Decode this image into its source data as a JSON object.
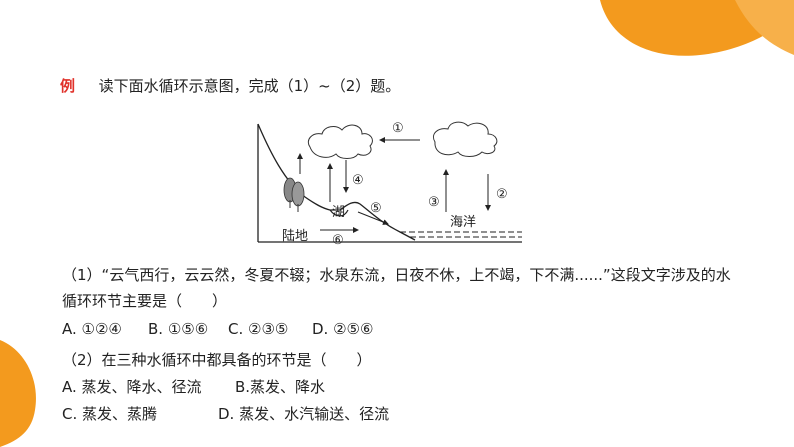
{
  "example": {
    "label": "例",
    "instruction": "读下面水循环示意图，完成（1）~（2）题。"
  },
  "diagram": {
    "labels": {
      "land": "陆地",
      "lake": "湖",
      "ocean": "海洋"
    },
    "markers": [
      "①",
      "②",
      "③",
      "④",
      "⑤",
      "⑥"
    ]
  },
  "question1": {
    "line1": "（1）“云气西行，云云然，冬夏不辍；水泉东流，日夜不休，上不竭，下不满......”这段文字涉及的水",
    "line2": "循环环节主要是（　　）",
    "options": [
      "A. ①②④",
      "B. ①⑤⑥",
      "C. ②③⑤",
      "D. ②⑤⑥"
    ]
  },
  "question2": {
    "stem": "（2）在三种水循环中都具备的环节是（　　）",
    "options": [
      "A. 蒸发、降水、径流",
      "B.蒸发、降水",
      "C. 蒸发、蒸腾",
      "D. 蒸发、水汽输送、径流"
    ]
  },
  "colors": {
    "accent_orange": "#f39a1e",
    "label_red": "#e0322b"
  }
}
